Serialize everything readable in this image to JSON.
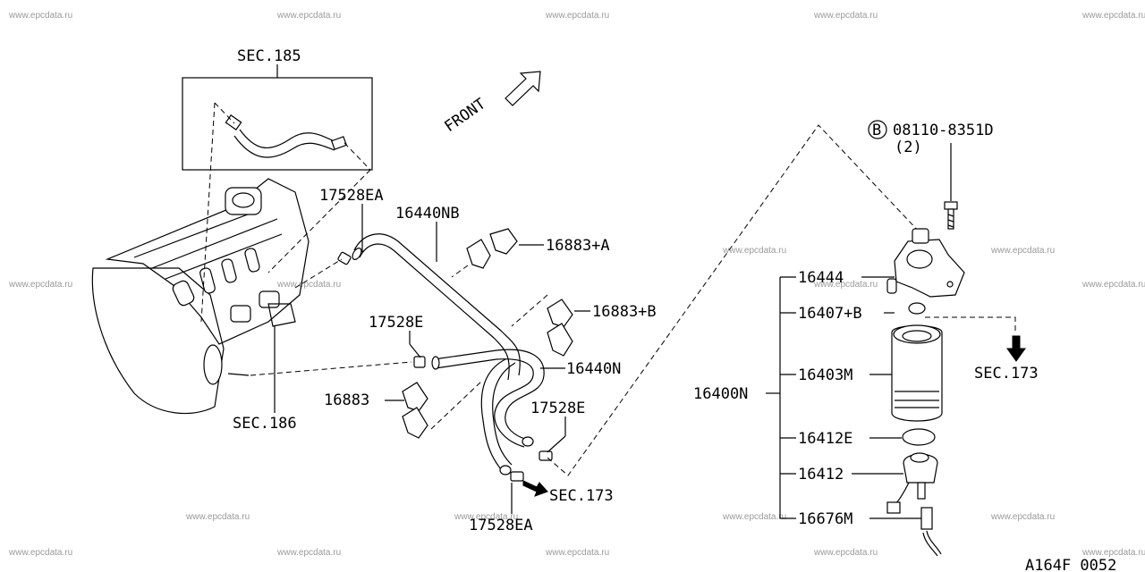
{
  "watermark": "www.epcdata.ru",
  "front_label": "FRONT",
  "diagram_code": "A164F 0052",
  "labels": {
    "sec185": "SEC.185",
    "sec186": "SEC.186",
    "sec173_left": "SEC.173",
    "sec173_right": "SEC.173",
    "p17528EA_top": "17528EA",
    "p17528EA_bottom": "17528EA",
    "p16440NB": "16440NB",
    "p16883A": "16883+A",
    "p16883B": "16883+B",
    "p17528E_left": "17528E",
    "p17528E_right": "17528E",
    "p16440N": "16440N",
    "p16883": "16883",
    "bolt_part": "08110-8351D",
    "bolt_qty": "(2)",
    "bolt_badge": "B",
    "p16444": "16444",
    "p16407B": "16407+B",
    "p16403M": "16403M",
    "p16400N": "16400N",
    "p16412E": "16412E",
    "p16412": "16412",
    "p16676M": "16676M"
  }
}
